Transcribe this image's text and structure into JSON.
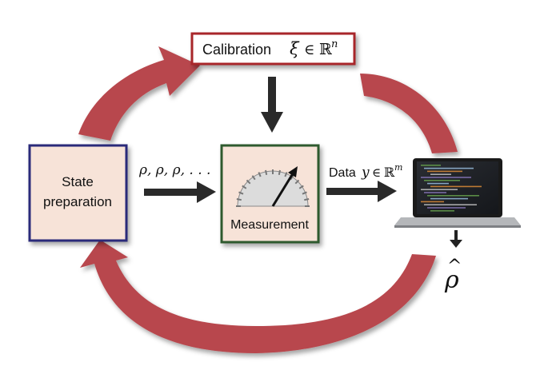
{
  "calibration": {
    "label": "Calibration",
    "expr_var": "ξ",
    "expr_in": "∈",
    "expr_set": "ℝ",
    "expr_sup": "n"
  },
  "state_prep": {
    "line1": "State",
    "line2": "preparation"
  },
  "states": {
    "text": "ρ, ρ, ρ, . . ."
  },
  "measurement": {
    "label": "Measurement"
  },
  "data": {
    "label": "Data",
    "expr_var": "y",
    "expr_in": "∈",
    "expr_set": "ℝ",
    "expr_sup": "m"
  },
  "estimate": {
    "symbol": "ρ",
    "hat": "^"
  },
  "colors": {
    "cycle_arrow": "#b8474d",
    "calibration_border": "#a8272c",
    "state_border": "#2b2a7a",
    "measurement_border": "#2e5a2e",
    "box_fill": "#f7e3d8",
    "flow_arrow": "#2a2a2a"
  },
  "icons": {
    "meter": "gauge-icon",
    "laptop": "laptop-icon"
  }
}
